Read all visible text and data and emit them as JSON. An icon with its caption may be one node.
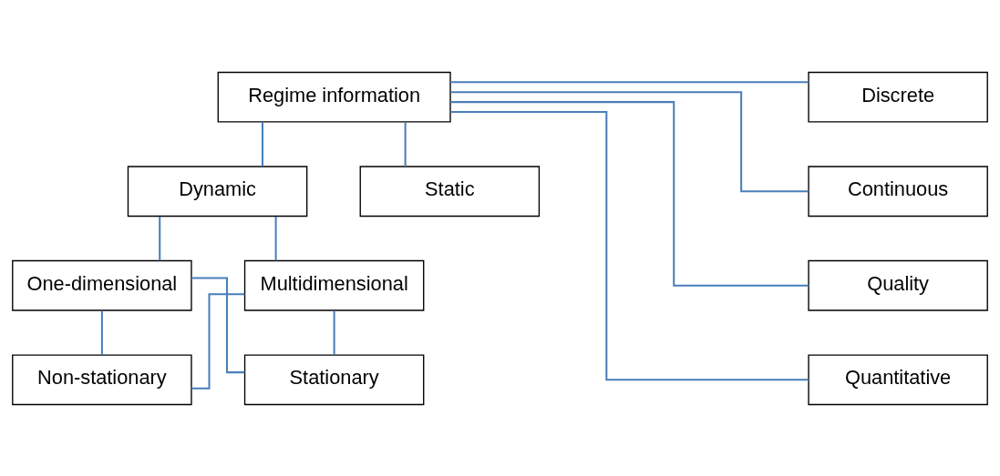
{
  "diagram": {
    "nodes": [
      {
        "text": [
          "Regime information"
        ]
      },
      {
        "text": [
          "Static"
        ]
      },
      {
        "text": [
          "Dynamic"
        ]
      },
      {
        "text": [
          "Discrete"
        ]
      },
      {
        "text": [
          "Continuous"
        ]
      },
      {
        "text": [
          "Quality"
        ]
      },
      {
        "text": [
          "Quantitative"
        ]
      },
      {
        "text": [
          "One-dimensional"
        ]
      },
      {
        "text": [
          "Multidimensional"
        ]
      },
      {
        "text": [
          "Stationary"
        ]
      },
      {
        "text": [
          "Non-stationary"
        ]
      }
    ],
    "edges": [
      {
        "from": 0,
        "to": 1,
        "arrow": "none"
      },
      {
        "from": 0,
        "to": 2,
        "arrow": "none"
      },
      {
        "from": 0,
        "to": 3,
        "arrow": "none"
      },
      {
        "from": 0,
        "to": 4,
        "arrow": "none"
      },
      {
        "from": 0,
        "to": 5,
        "arrow": "none"
      },
      {
        "from": 0,
        "to": 6,
        "arrow": "none"
      },
      {
        "from": 2,
        "to": 7,
        "arrow": "none"
      },
      {
        "from": 2,
        "to": 8,
        "arrow": "none"
      },
      {
        "from": 7,
        "to": 9,
        "arrow": "none"
      },
      {
        "from": 7,
        "to": 10,
        "arrow": "none"
      },
      {
        "from": 8,
        "to": 9,
        "arrow": "none"
      },
      {
        "from": 8,
        "to": 10,
        "arrow": "none"
      }
    ]
  }
}
